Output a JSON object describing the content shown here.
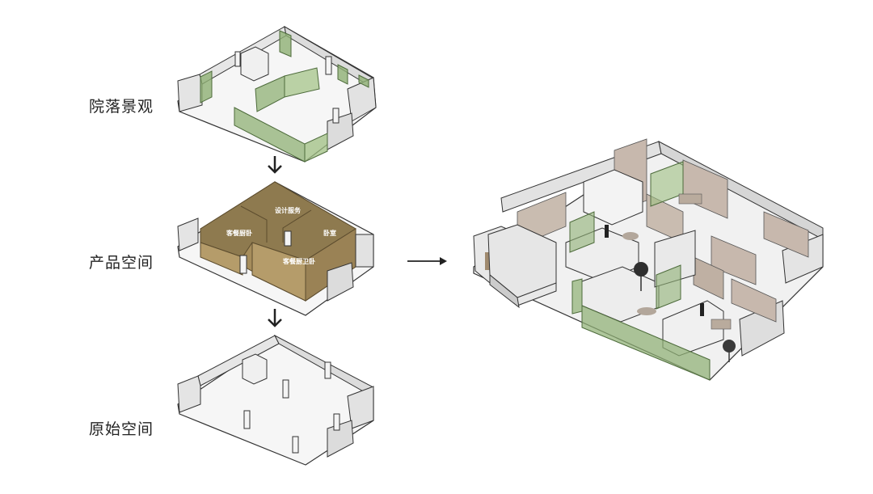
{
  "labels": {
    "courtyard": "院落景观",
    "product": "产品空间",
    "original": "原始空间"
  },
  "rooms": {
    "design_service": "设计服务",
    "living_dining_kitchen_bedroom": "客餐厨卧",
    "bedroom": "卧室",
    "living_dining_kitchen_bath_bedroom": "客餐厨卫卧"
  },
  "colors": {
    "wall": "#eeeeee",
    "wall_dark": "#cfcfcf",
    "floor": "#f4f4f4",
    "outline": "#333333",
    "green_glass": "#8fb074",
    "room_block": "#a68d5c",
    "room_block_top": "#8e7a4f",
    "partition": "#c7b8ad",
    "arrow": "#222222"
  }
}
